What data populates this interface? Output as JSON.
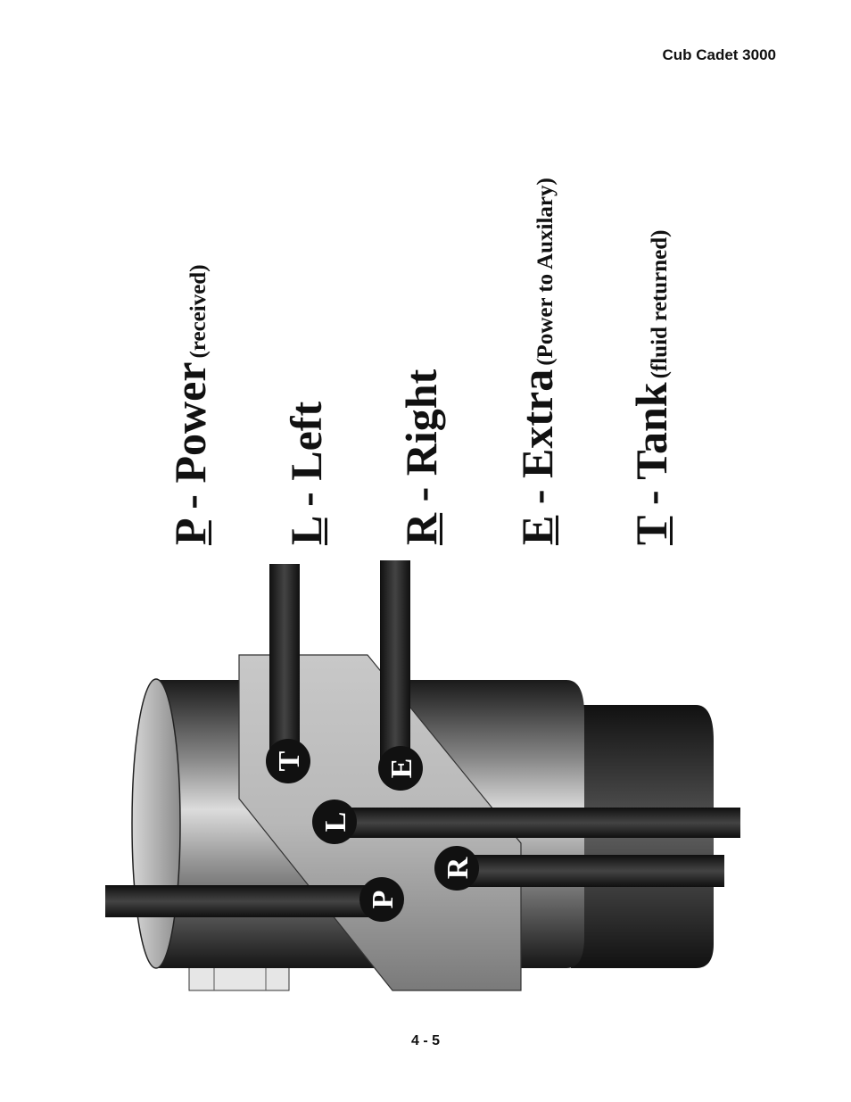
{
  "header": {
    "title": "Cub Cadet 3000"
  },
  "page_number": "4 - 5",
  "legend": [
    {
      "letter": "P",
      "sep": " - ",
      "name": "Power",
      "desc": "(received)"
    },
    {
      "letter": "L",
      "sep": " - ",
      "name": "Left",
      "desc": ""
    },
    {
      "letter": "R",
      "sep": " - ",
      "name": "Right",
      "desc": ""
    },
    {
      "letter": "E",
      "sep": " - ",
      "name": "Extra",
      "desc": "(Power to Auxilary)"
    },
    {
      "letter": "T",
      "sep": " - ",
      "name": "Tank",
      "desc": "(fluid returned)"
    }
  ],
  "ports": {
    "T": "T",
    "E": "E",
    "L": "L",
    "R": "R",
    "P": "P"
  }
}
